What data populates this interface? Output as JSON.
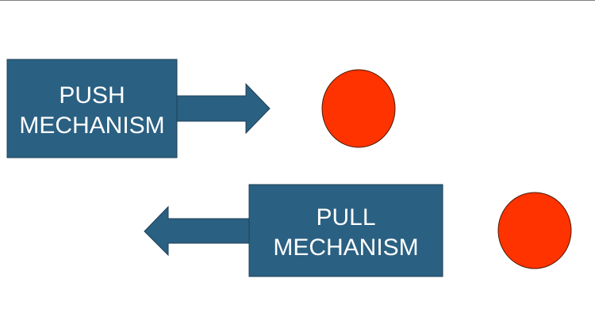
{
  "push": {
    "line1": "PUSH",
    "line2": "MECHANISM"
  },
  "pull": {
    "line1": "PULL",
    "line2": "MECHANISM"
  },
  "colors": {
    "box_fill": "#2a6082",
    "box_stroke": "#1d3f57",
    "ball_fill": "#ff3300",
    "ball_stroke": "#4d1a00"
  },
  "icons": {
    "push_arrow": "arrow-right-icon",
    "pull_arrow": "arrow-left-icon",
    "push_ball": "ball-icon",
    "pull_ball": "ball-icon"
  }
}
